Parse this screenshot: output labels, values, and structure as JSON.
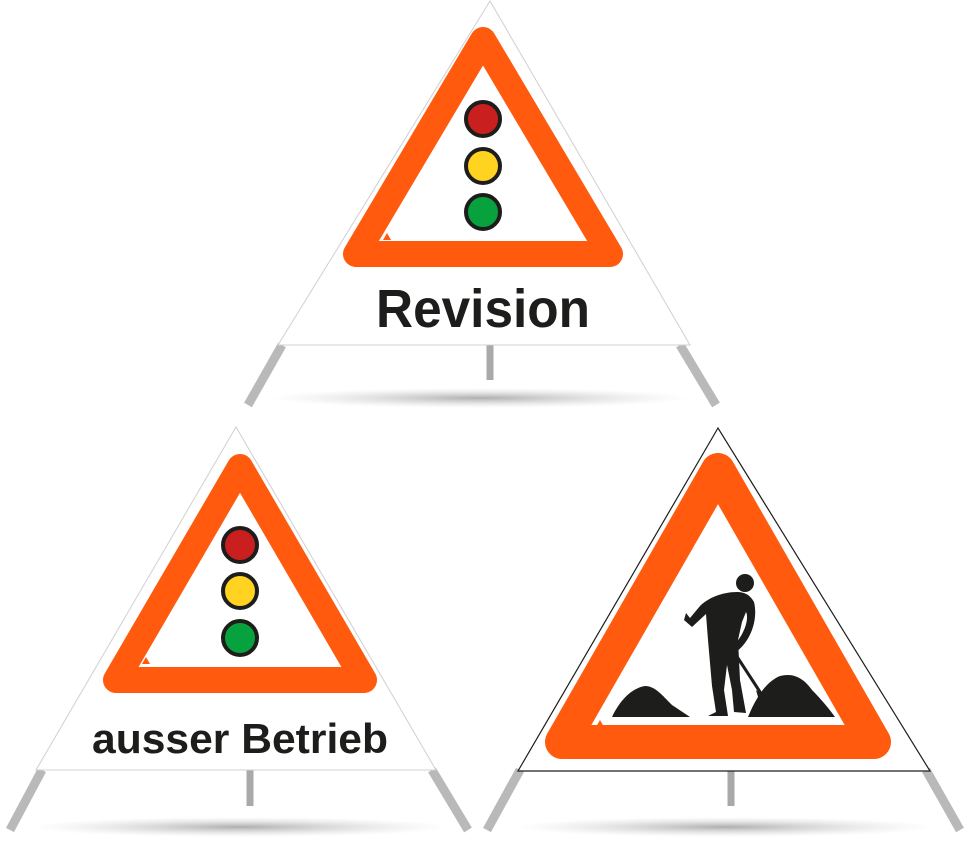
{
  "signs": [
    {
      "id": "revision",
      "label": "Revision",
      "icon": "traffic-light-icon"
    },
    {
      "id": "ausser-betrieb",
      "label": "ausser Betrieb",
      "icon": "traffic-light-icon"
    },
    {
      "id": "roadworks",
      "icon": "road-worker-icon"
    }
  ],
  "colors": {
    "orange": "#ff5a0d",
    "red_light": "#c9201f",
    "yellow_light": "#ffd320",
    "green_light": "#07a23d",
    "leg_gray": "#b9b9b9",
    "text": "#1d1d1b"
  }
}
